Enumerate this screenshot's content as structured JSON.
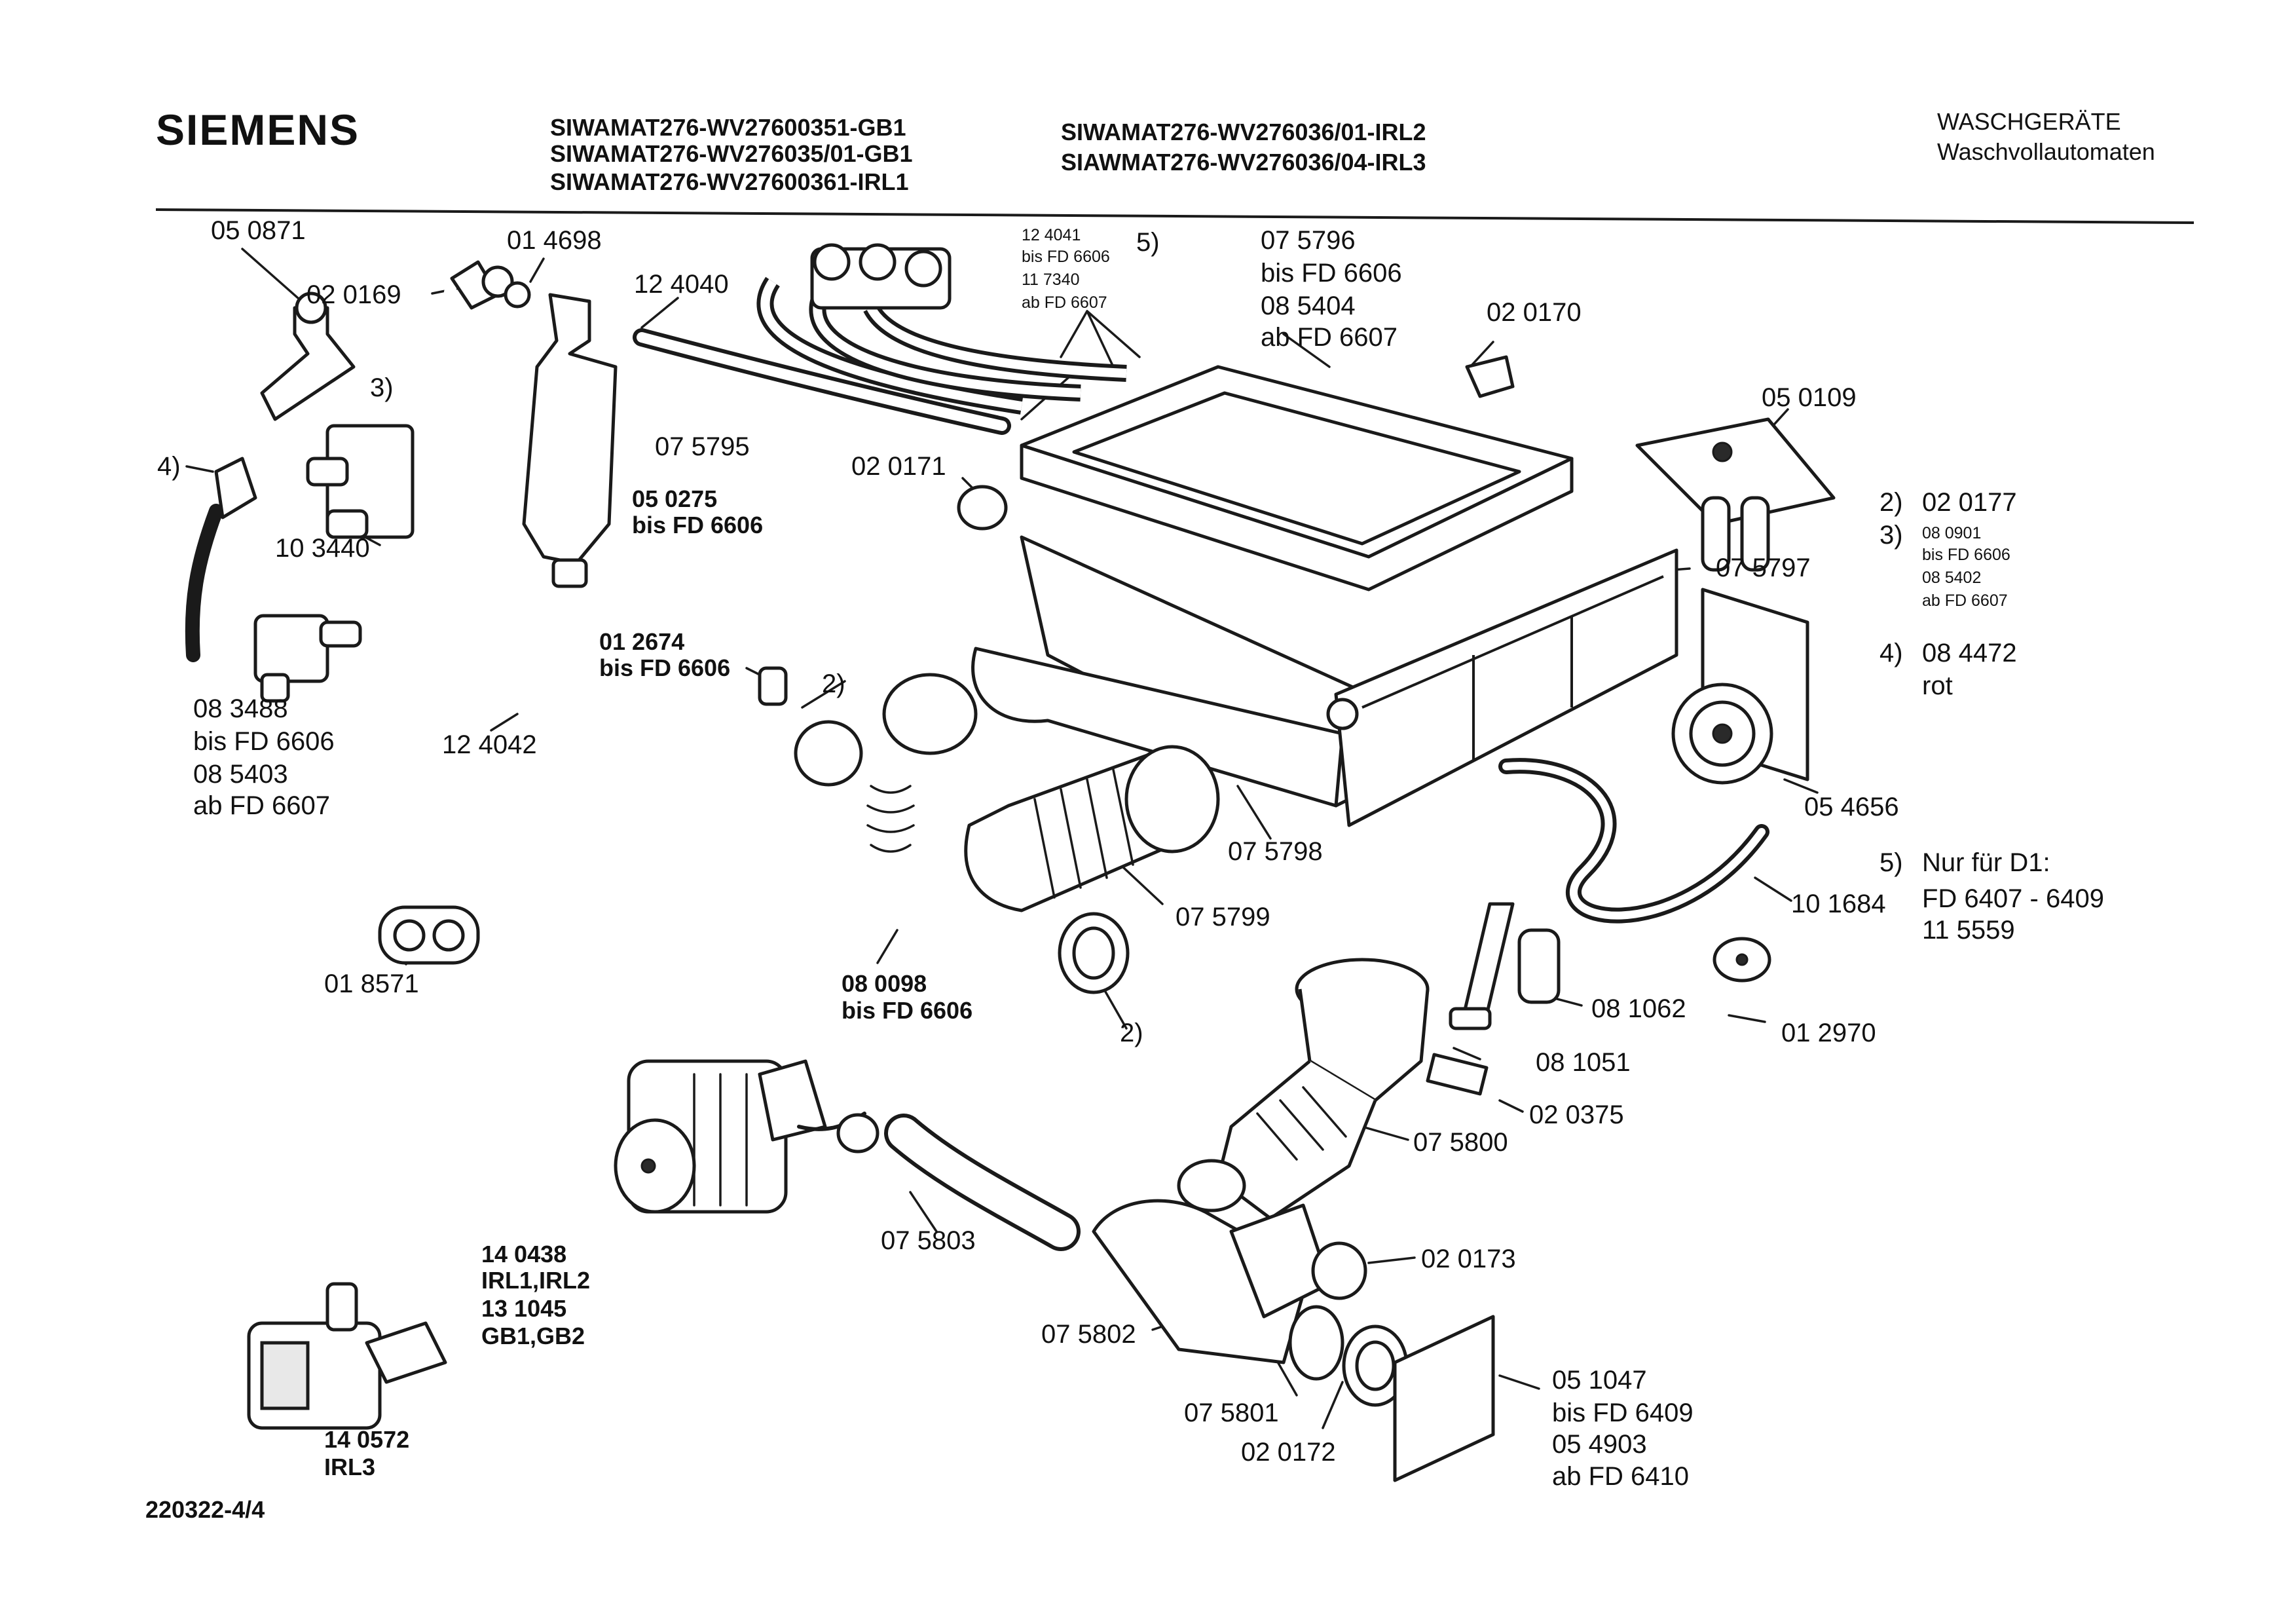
{
  "header": {
    "brand": "SIEMENS",
    "models_left": [
      "SIWAMAT276-WV27600351-GB1",
      "SIWAMAT276-WV276035/01-GB1",
      "SIWAMAT276-WV27600361-IRL1"
    ],
    "models_right": [
      "SIWAMAT276-WV276036/01-IRL2",
      "SIAWMAT276-WV276036/04-IRL3"
    ],
    "category": [
      "WASCHGERÄTE",
      "Waschvollautomaten"
    ]
  },
  "footer": {
    "doc_code": "220322-4/4"
  },
  "labels": {
    "p050871": "05 0871",
    "p020169": "02 0169",
    "p014698": "01 4698",
    "p124040": "12 4040",
    "p124041": "12 4041",
    "bis6606": "bis FD 6606",
    "p117340": "11 7340",
    "ab6607": "ab FD 6607",
    "n5": "5)",
    "p075796": "07 5796",
    "p085404": "08 5404",
    "p020170": "02 0170",
    "p050109": "05 0109",
    "n3": "3)",
    "n4": "4)",
    "p075795": "07 5795",
    "p103440": "10 3440",
    "p020171": "02 0171",
    "p050275": "05 0275",
    "n2": "2)",
    "p020177": "02 0177",
    "p080901": "08 0901",
    "p085402": "08 5402",
    "p075797": "07 5797",
    "p084472": "08 4472",
    "rot": "rot",
    "p012674": "01 2674",
    "p083488": "08 3488",
    "p085403": "08 5403",
    "p124042": "12 4042",
    "p054656": "05 4656",
    "p075798": "07 5798",
    "nur": "Nur für D1:",
    "fdrange": "FD 6407 - 6409",
    "p115559": "11 5559",
    "p101684": "10 1684",
    "p075799": "07 5799",
    "p018571": "01 8571",
    "p080098": "08 0098",
    "p081062": "08 1062",
    "p012970": "01 2970",
    "p081051": "08 1051",
    "p020375": "02 0375",
    "p075800": "07 5800",
    "p140438": "14 0438",
    "irl12": "IRL1,IRL2",
    "p131045": "13 1045",
    "gb12": "GB1,GB2",
    "p075803": "07 5803",
    "p020173": "02 0173",
    "p075802": "07 5802",
    "p140572": "14 0572",
    "irl3": "IRL3",
    "p075801": "07 5801",
    "p020172": "02 0172",
    "p051047": "05 1047",
    "bis6409": "bis FD 6409",
    "p054903": "05 4903",
    "ab6410": "ab FD 6410"
  }
}
